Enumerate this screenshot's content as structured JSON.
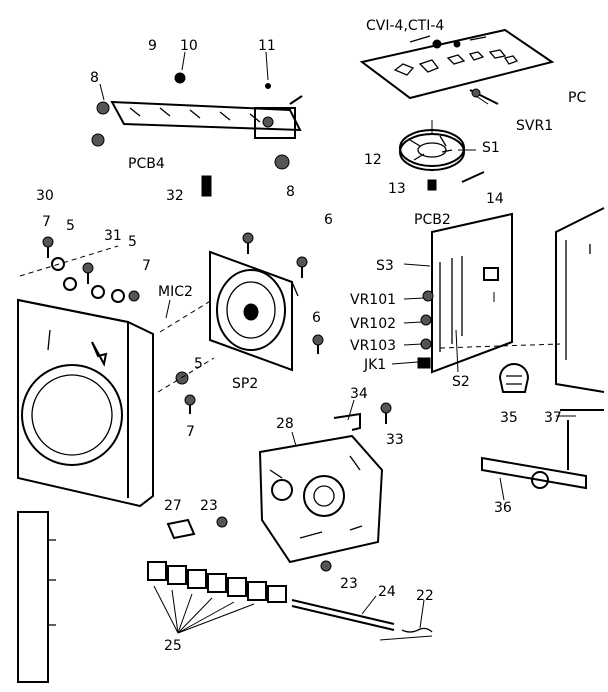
{
  "labels": {
    "cvi4_cti4": "CVI-4,CTI-4",
    "pc_edge": "PC",
    "svr1": "SVR1",
    "s1": "S1",
    "n12": "12",
    "n13": "13",
    "n14": "14",
    "pcb2": "PCB2",
    "n9": "9",
    "n10": "10",
    "n11": "11",
    "n8_top": "8",
    "pcb4": "PCB4",
    "n32": "32",
    "n8_bottom": "8",
    "n30": "30",
    "n7_a": "7",
    "n5_a": "5",
    "n31": "31",
    "n5_b": "5",
    "n7_b": "7",
    "mic2": "MIC2",
    "n6_a": "6",
    "n6_b": "6",
    "s3": "S3",
    "vr101": "VR101",
    "vr102": "VR102",
    "vr103": "VR103",
    "jk1": "JK1",
    "s2": "S2",
    "n5_c": "5",
    "n7_c": "7",
    "sp2": "SP2",
    "n35": "35",
    "n37": "37",
    "n34": "34",
    "n33": "33",
    "n28": "28",
    "n36": "36",
    "n27": "27",
    "n23_a": "23",
    "n23_b": "23",
    "n24": "24",
    "n22": "22",
    "n25": "25"
  }
}
